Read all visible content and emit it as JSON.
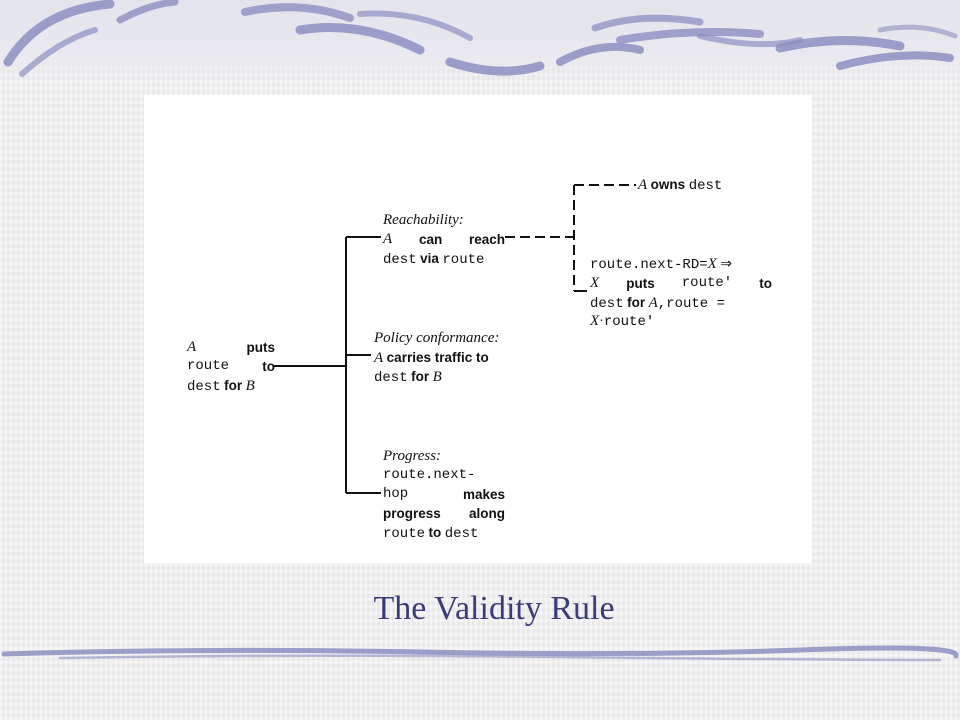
{
  "slide": {
    "title": "The Validity Rule",
    "colors": {
      "title": "#3b3b78",
      "decoration": "#8c8fc0",
      "panel": "#ffffff"
    }
  },
  "diagram": {
    "root": {
      "l1_italic": "A",
      "l1_bold": "puts",
      "l2_mono": "route",
      "l2_bold": "to",
      "l3_mono": "dest",
      "l3_bold": "for",
      "l3_italic": "B"
    },
    "reachability": {
      "heading": "Reachability:",
      "l1_italic": "A",
      "l1_bold_a": "can",
      "l1_bold_b": "reach",
      "l2_mono_a": "dest",
      "l2_bold": "via",
      "l2_mono_b": "route"
    },
    "policy": {
      "heading": "Policy conformance:",
      "l1_italic": "A",
      "l1_bold": "carries traffic to",
      "l2_mono": "dest",
      "l2_bold": "for",
      "l2_italic": "B"
    },
    "progress": {
      "heading": "Progress:",
      "l1_mono": "route.next-",
      "l2_mono": "hop",
      "l2_bold": "makes",
      "l3_bold_a": "progress",
      "l3_bold_b": "along",
      "l4_mono_a": "route",
      "l4_bold": "to",
      "l4_mono_b": "dest"
    },
    "owns": {
      "italic": "A",
      "bold": "owns",
      "mono": "dest"
    },
    "recursive": {
      "l1_mono": "route.next-RD=",
      "l1_italic": "X",
      "l1_arrow": "⇒",
      "l2_italic": "X",
      "l2_bold": "puts",
      "l2_mono": "route′",
      "l2_bold_b": "to",
      "l3_mono": "dest",
      "l3_bold": "for",
      "l3_italic": "A",
      "l3_mono_b": ",route =",
      "l4_italic": "X",
      "l4_dot": "·",
      "l4_mono": "route′"
    }
  }
}
